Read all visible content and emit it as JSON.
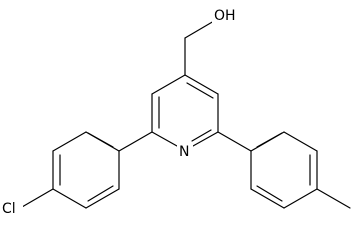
{
  "molecule": {
    "atom_labels": {
      "hydroxyl": "OH",
      "ring_nitrogen": "N",
      "chlorine": "Cl"
    },
    "colors": {
      "bond": "#000000",
      "label": "#000000",
      "background": "#ffffff"
    }
  }
}
